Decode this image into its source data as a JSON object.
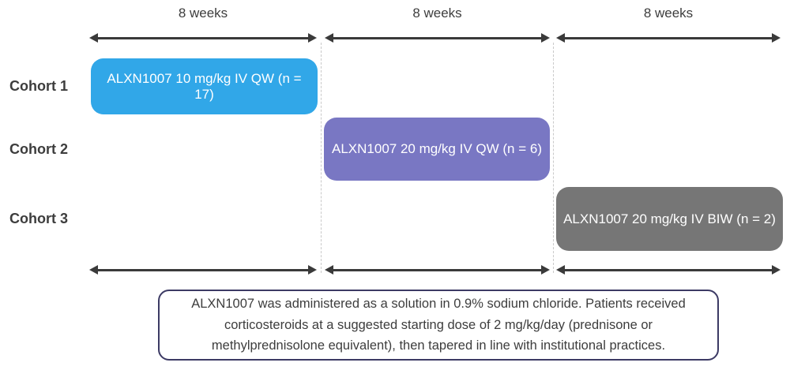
{
  "periods": [
    {
      "label": "8 weeks"
    },
    {
      "label": "8 weeks"
    },
    {
      "label": "8 weeks"
    }
  ],
  "cohorts": [
    {
      "label": "Cohort 1",
      "treatment": "ALXN1007 10 mg/kg IV QW (n = 17)",
      "color": "#31a7e8"
    },
    {
      "label": "Cohort 2",
      "treatment": "ALXN1007 20 mg/kg IV QW (n = 6)",
      "color": "#7977c3"
    },
    {
      "label": "Cohort 3",
      "treatment": "ALXN1007 20 mg/kg IV BIW (n = 2)",
      "color": "#767676"
    }
  ],
  "note": {
    "text": "ALXN1007 was administered as a solution in 0.9% sodium chloride. Patients received corticosteroids at a suggested starting dose of 2 mg/kg/day (prednisone or methylprednisolone equivalent), then tapered in line with institutional practices."
  },
  "colors": {
    "cohort1_box": "#31a7e8",
    "cohort2_box": "#7977c3",
    "cohort3_box": "#767676",
    "arrow": "#3a3a3a",
    "label_text": "#3d3d3d",
    "note_border": "#3c3a64",
    "divider_dash": "#c9c9c9",
    "box_text": "#ffffff"
  }
}
